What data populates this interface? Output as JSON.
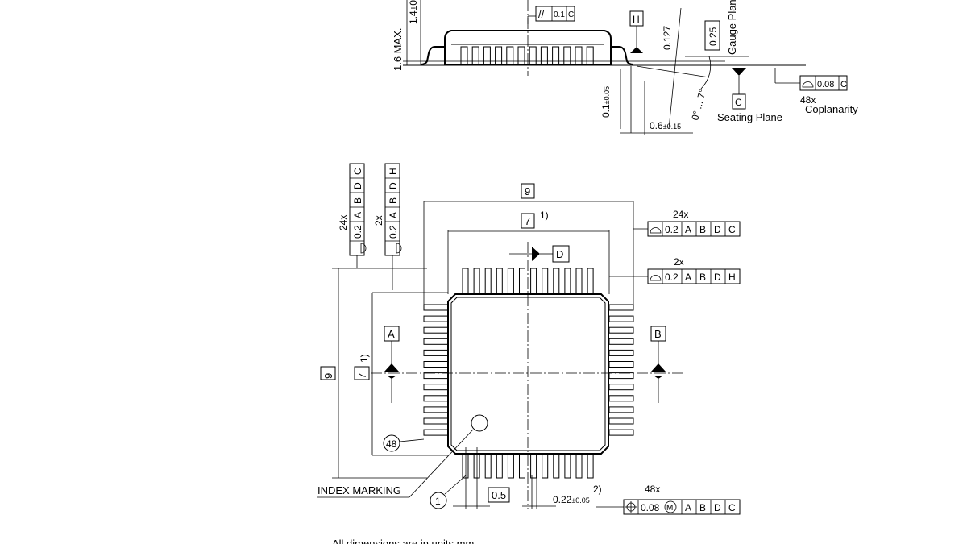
{
  "side_view": {
    "dim_height_max": "1.6 MAX.",
    "dim_body_height": "1.4±0",
    "parallelism_tol": "0.1",
    "parallelism_ref": "C",
    "datum_h": "H",
    "dim_0127": "0.127",
    "gauge_025": "0.25",
    "gauge_plane": "Gauge Plane",
    "angle": "0° ... 7°",
    "standoff_main": "0.1",
    "standoff_tol": "±0.05",
    "foot_main": "0.6",
    "foot_tol": "±0.15",
    "datum_c": "C",
    "seating_plane": "Seating Plane",
    "coplanarity_count": "48x",
    "coplanarity_tol": "0.08",
    "coplanarity_ref": "C",
    "coplanarity": "Coplanarity"
  },
  "top_view": {
    "dim_9": "9",
    "dim_7": "7",
    "note_1": "1)",
    "note_2": "2)",
    "datum_d": "D",
    "datum_a": "A",
    "datum_b": "B",
    "fcf_24x": {
      "count": "24x",
      "tol": "0.2",
      "refs": [
        "A",
        "B",
        "D",
        "C"
      ]
    },
    "fcf_2x": {
      "count": "2x",
      "tol": "0.2",
      "refs": [
        "A",
        "B",
        "D",
        "H"
      ]
    },
    "pin_48": "48",
    "pin_1": "1",
    "index_marking": "INDEX MARKING",
    "pitch": "0.5",
    "lead_width_main": "0.22",
    "lead_width_tol": "±0.05",
    "pos_count": "48x",
    "pos_tol": "0.08",
    "pos_mod": "M",
    "pos_refs": [
      "A",
      "B",
      "D",
      "C"
    ]
  },
  "footer_note": "All dimensions are in units mm"
}
